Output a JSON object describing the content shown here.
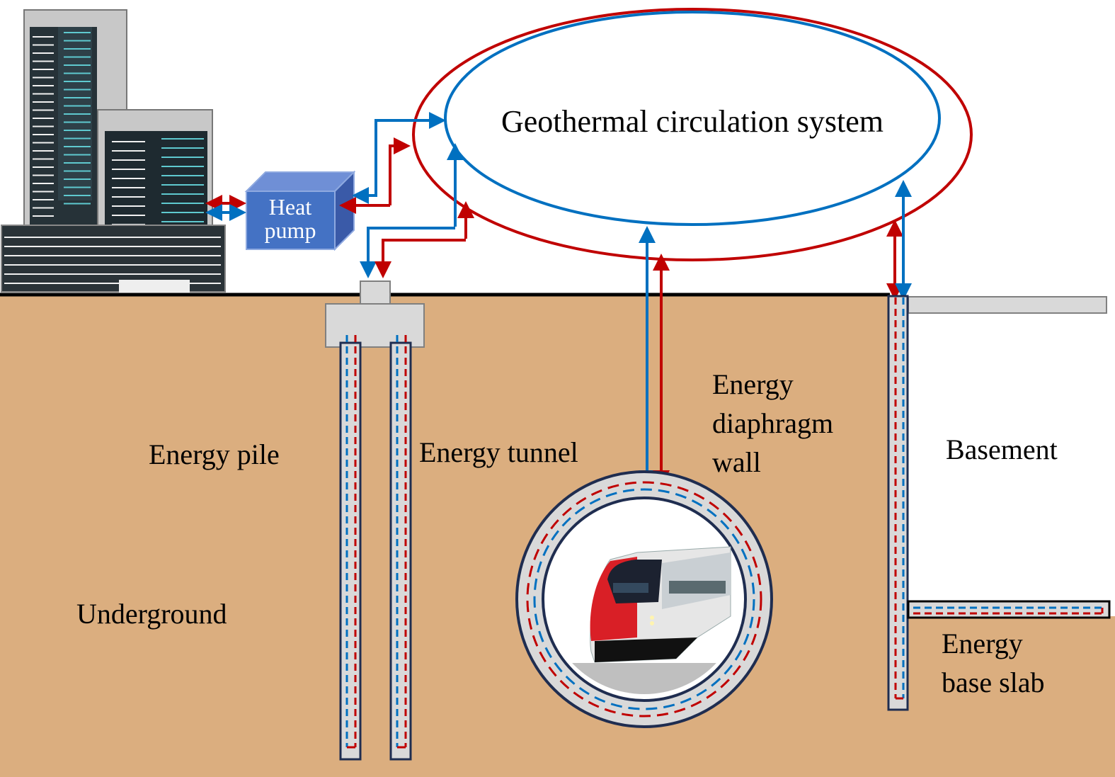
{
  "diagram": {
    "title": "Geothermal circulation system",
    "heat_pump_label": [
      "Heat",
      "pump"
    ],
    "labels": {
      "energy_pile": "Energy pile",
      "energy_tunnel": "Energy tunnel",
      "energy_diaphragm_wall": [
        "Energy",
        "diaphragm",
        "wall"
      ],
      "basement": "Basement",
      "underground": "Underground",
      "energy_base_slab": [
        "Energy",
        "base slab"
      ]
    },
    "colors": {
      "hot": "#c00000",
      "cold": "#0070c0",
      "soil": "#dbae7f",
      "concrete": "#d9d9d9",
      "heat_pump": "#4472c4",
      "outline": "#1f2d50"
    }
  }
}
